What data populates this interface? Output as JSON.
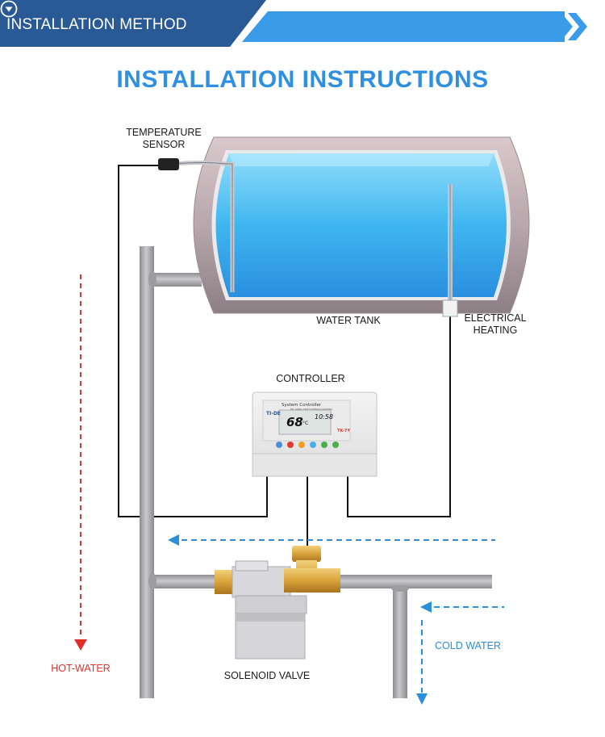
{
  "banner": {
    "title": "INSTALLATION METHOD",
    "dropdown_icon": "chevron-down-circle-icon",
    "arrows_icon": "double-chevron-right-icon",
    "colors": {
      "dark": "#2a5a96",
      "light": "#3a9be8"
    }
  },
  "page_title": "INSTALLATION INSTRUCTIONS",
  "labels": {
    "temperature_sensor": [
      "TEMPERATURE",
      "SENSOR"
    ],
    "water_tank": "WATER TANK",
    "electrical_heating": [
      "ELECTRICAL",
      "HEATING"
    ],
    "controller": "CONTROLLER",
    "hot_water": "HOT-WATER",
    "cold_water": "COLD WATER",
    "solenoid_valve": "SOLENOID VALVE"
  },
  "controller_panel": {
    "brand": "TI-DE",
    "header": "System Controller",
    "subheader": "for solar and heating systems",
    "temperature": "68",
    "unit": "°C",
    "time": "10:58",
    "model": "TK-7Y"
  },
  "colors": {
    "water": "#3eb8ef",
    "pipe": "#a9a9ad",
    "hot_arrow": "#e0302a",
    "cold_arrow": "#2a8fd8",
    "brass": "#d9a23a"
  }
}
